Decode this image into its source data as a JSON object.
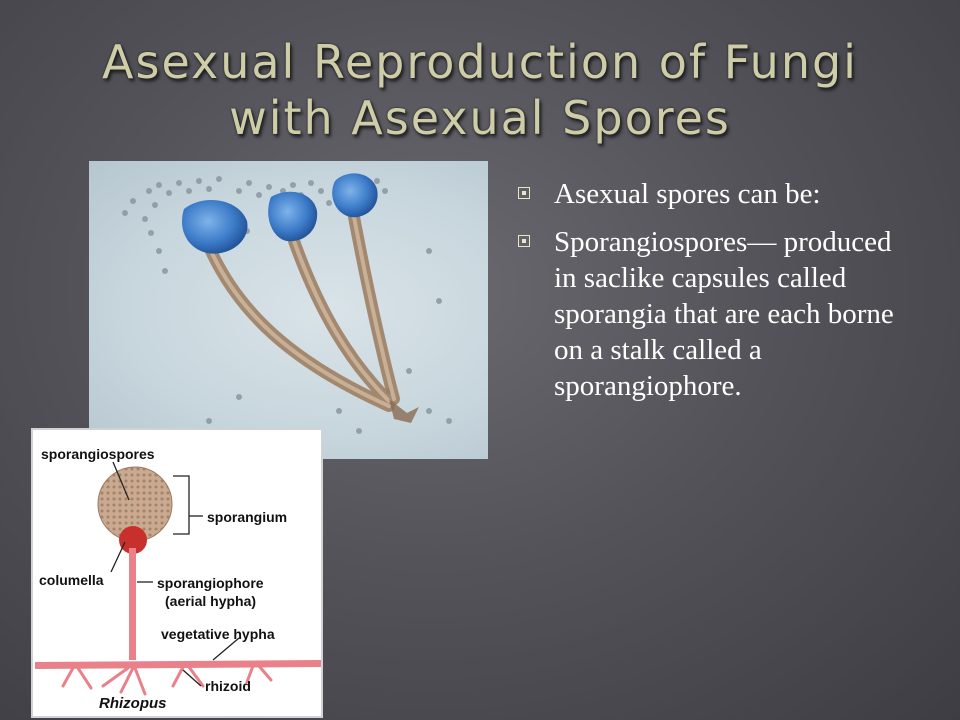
{
  "slide": {
    "title_line1": "Asexual Reproduction of Fungi",
    "title_line2": "with Asexual Spores",
    "bullets": [
      {
        "text": "Asexual spores can be:"
      },
      {
        "text": "Sporangiospores— produced in saclike capsules called sporangia that are each borne on a stalk called a sporangiophore."
      }
    ],
    "bullet_icon": "square-bullet-icon"
  },
  "diagram": {
    "labels": {
      "sporangiospores": "sporangiospores",
      "sporangium": "sporangium",
      "columella": "columella",
      "sporangiophore": "sporangiophore",
      "aerial_hypha": "(aerial hypha)",
      "vegetative_hypha": "vegetative hypha",
      "rhizoid": "rhizoid",
      "genus": "Rhizopus"
    },
    "colors": {
      "hypha": "#e9808a",
      "columella": "#c8302e",
      "sporangium": "#c9a98f"
    }
  },
  "colors": {
    "title": "#cfcda7",
    "bullet_text": "#ffffff",
    "bullet_marker": "#e9e6c8",
    "micrograph_stain": "#3d7cc9"
  }
}
